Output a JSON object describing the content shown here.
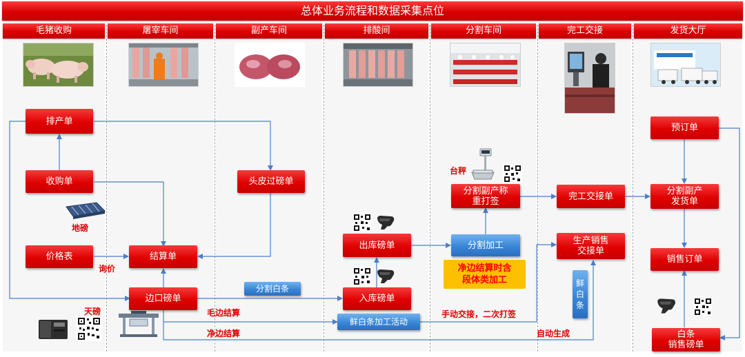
{
  "page_title": "总体业务流程和数据采集点位",
  "columns": [
    "毛猪收购",
    "屠宰车间",
    "副产车间",
    "排酸间",
    "分割车间",
    "完工交接",
    "发货大厅"
  ],
  "nodes": {
    "paichan": "排产单",
    "shougou": "收购单",
    "jiage": "价格表",
    "jiesuan": "结算单",
    "biankou": "边口磅单",
    "toupi": "头皮过磅单",
    "chuku": "出库磅单",
    "ruku": "入库磅单",
    "xianbai": "鲜白条加工活动",
    "fenge_baitiao": "分割白条",
    "fengefuchan": "分割副产称\n重打签",
    "fengejiagong": "分割加工",
    "jingbian_note": "净边结算时含\n段体类加工",
    "wangong": "完工交接单",
    "shengchan": "生产销售\n交接单",
    "xianbaitiao_vert": "鲜\n白\n条",
    "yuding": "预订单",
    "fahuo": "分割副产\n发货单",
    "xiaoshou": "销售订单",
    "baitiao_xs": "白条\n销售磅单"
  },
  "annotations": {
    "dibang": "地磅",
    "xunjia": "询价",
    "tianbang": "天磅",
    "maobian": "毛边结算",
    "jingbian": "净边结算",
    "taicheng": "台秤",
    "shoudong": "手动交接，二次打签",
    "zidong": "自动生成"
  },
  "colors": {
    "red": "#e00000",
    "blue": "#3a86d6",
    "yellow": "#ffc000",
    "arrow": "#4a7fc9"
  }
}
